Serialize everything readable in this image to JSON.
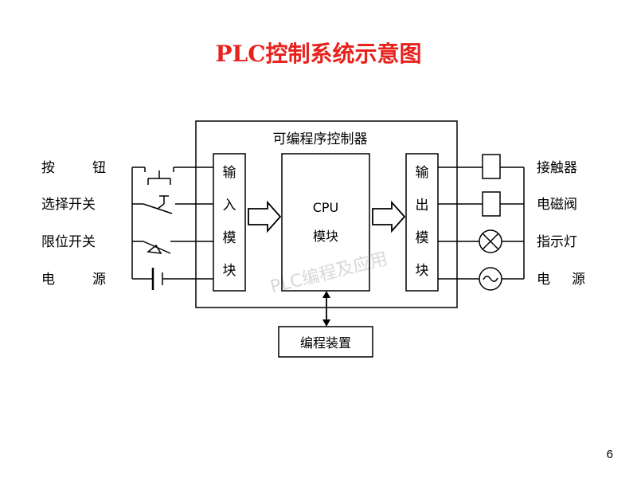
{
  "title": "PLC控制系统示意图",
  "page_number": "6",
  "plc_box_label": "可编程序控制器",
  "input_module": [
    "输",
    "入",
    "模",
    "块"
  ],
  "cpu_module": {
    "line1": "CPU",
    "line2": "模块"
  },
  "output_module": [
    "输",
    "出",
    "模",
    "块"
  ],
  "programming_device": "编程装置",
  "watermark": "PLC编程及应用",
  "input_devices": [
    {
      "chars": [
        "按",
        "钮"
      ]
    },
    {
      "chars": [
        "选择开关"
      ]
    },
    {
      "chars": [
        "限位开关"
      ]
    },
    {
      "chars": [
        "电",
        "源"
      ]
    }
  ],
  "output_devices": [
    {
      "chars": [
        "接触器"
      ]
    },
    {
      "chars": [
        "电磁阀"
      ]
    },
    {
      "chars": [
        "指示灯"
      ]
    },
    {
      "chars": [
        "电",
        "源"
      ]
    }
  ],
  "colors": {
    "title": "#e8211d",
    "line": "#000000",
    "watermark": "#d8d8d8"
  }
}
